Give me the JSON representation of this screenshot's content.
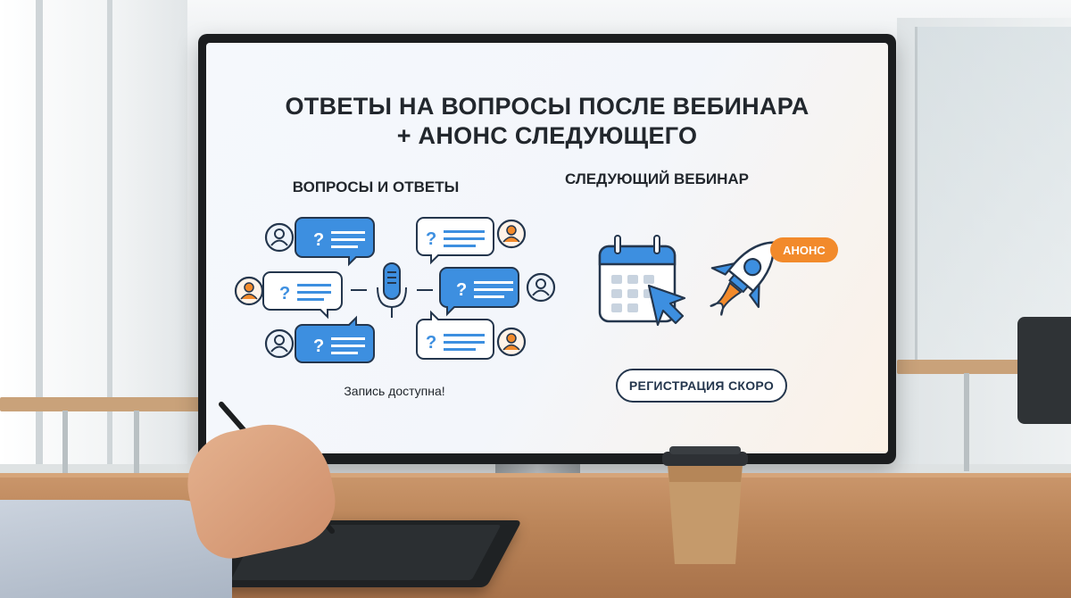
{
  "slide": {
    "title_line1": "ОТВЕТЫ НА ВОПРОСЫ ПОСЛЕ ВЕБИНАРА",
    "title_line2": "+ АНОНС СЛЕДУЮЩЕГО",
    "qa_section": {
      "title": "ВОПРОСЫ И ОТВЕТЫ",
      "caption": "Запись доступна!",
      "bubble_mark": "?"
    },
    "next_section": {
      "title": "СЛЕДУЮЩИЙ ВЕБИНАР",
      "badge": "АНОНС",
      "button": "РЕГИСТРАЦИЯ СКОРО"
    }
  },
  "colors": {
    "accent_blue": "#3d8fe0",
    "dark_navy": "#24364d",
    "accent_orange": "#f28a2b"
  },
  "icons": [
    "user-avatar-icon",
    "question-bubble-icon",
    "microphone-icon",
    "calendar-icon",
    "cursor-arrow-icon",
    "rocket-icon"
  ]
}
